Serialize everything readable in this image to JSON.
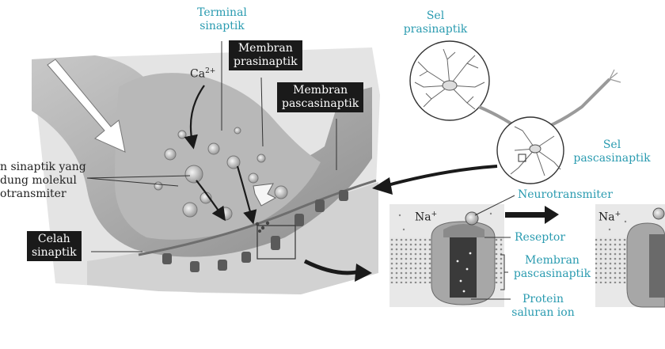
{
  "labels": {
    "terminal": [
      "Terminal",
      "sinaptik"
    ],
    "ca_base": "Ca",
    "ca_sup": "2+",
    "membran_pra": [
      "Membran",
      "prasinaptik"
    ],
    "membran_pasca_box": [
      "Membran",
      "pascasinaptik"
    ],
    "vesikel": [
      "n sinaptik yang",
      "dung molekul",
      "otransmiter"
    ],
    "celah": [
      "Celah",
      "sinaptik"
    ],
    "sel_pra": [
      "Sel",
      "prasinaptik"
    ],
    "sel_pasca": [
      "Sel",
      "pascasinaptik"
    ],
    "neurotransmiter": "Neurotransmiter",
    "na_left": "Na",
    "na_right": "Na",
    "na_sup": "+",
    "reseptor": "Reseptor",
    "membran_pasca_inset": [
      "Membran",
      "pascasinaptik"
    ],
    "protein": [
      "Protein",
      "saluran ion"
    ]
  },
  "colors": {
    "label_teal": "#2a9bb0",
    "box_fill": "#1a1a1a",
    "box_text": "#ffffff",
    "background": "#ffffff"
  }
}
